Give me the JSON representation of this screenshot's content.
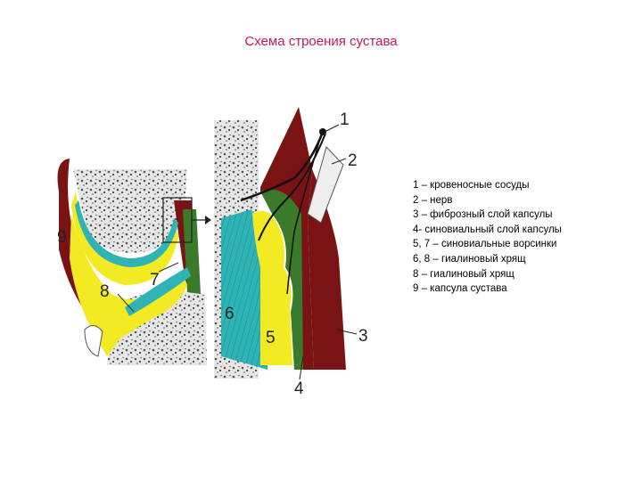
{
  "title": "Схема строения сустава",
  "legend": [
    "1 – кровеносные сосуды",
    "2 – нерв",
    "3 – фиброзный слой капсулы",
    "4- синовиальный слой капсулы",
    "5, 7 – синовиальные ворсинки",
    "6, 8 – гиалиновый хрящ",
    "8 – гиалиновый хрящ",
    "9 – капсула сустава"
  ],
  "labels": {
    "n1": "1",
    "n2": "2",
    "n3": "3",
    "n4": "4",
    "n5": "5",
    "n6": "6",
    "n7": "7",
    "n8": "8",
    "n9": "9"
  },
  "colors": {
    "cartilage": "#f2ea22",
    "synovial": "#2fb3b5",
    "capsule": "#7a1414",
    "synovial_green": "#3a7a2a",
    "bone_speckle": "#9a9a9a"
  }
}
